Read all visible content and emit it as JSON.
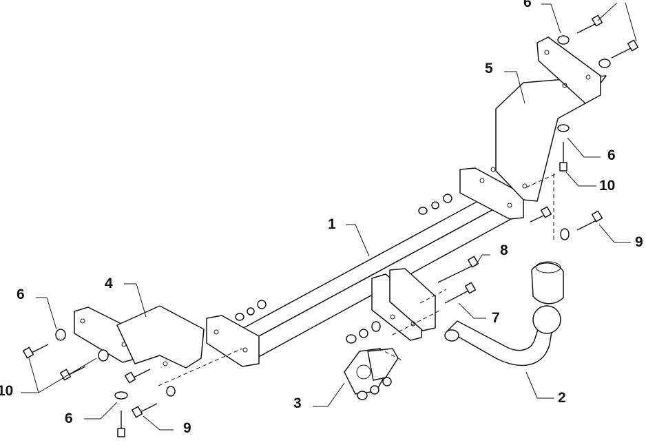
{
  "callouts": {
    "p1": "1",
    "p2": "2",
    "p3": "3",
    "p4": "4",
    "p5": "5",
    "p6_top": "6",
    "p6_right": "6",
    "p6_left": "6",
    "p6_bottom": "6",
    "p7": "7",
    "p8": "8",
    "p9_right": "9",
    "p9_bottom": "9",
    "p10_right": "10",
    "p10_left": "10"
  }
}
